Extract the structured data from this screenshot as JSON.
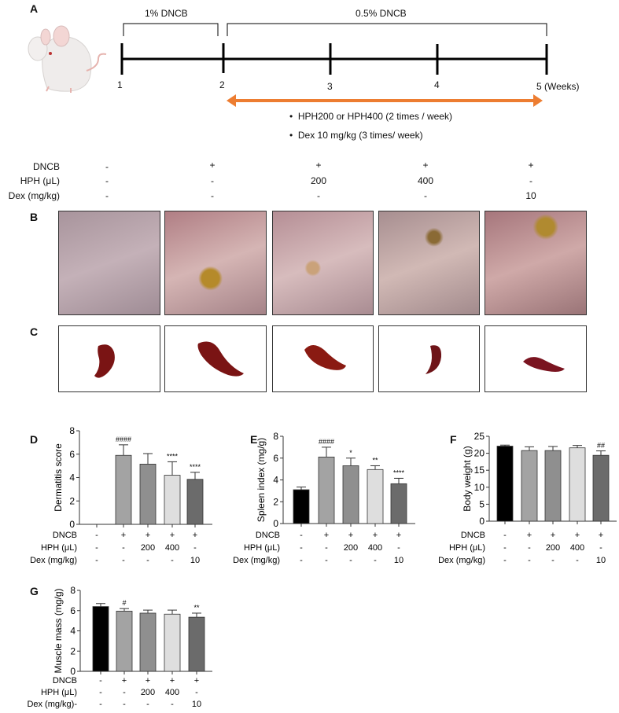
{
  "panel_labels": {
    "a": "A",
    "b": "B",
    "c": "C",
    "d": "D",
    "e": "E",
    "f": "F",
    "g": "G"
  },
  "timeline": {
    "phase1": "1% DNCB",
    "phase2": "0.5% DNCB",
    "weeks": [
      "1",
      "2",
      "3",
      "4",
      "5 (Weeks)"
    ],
    "arrow_color": "#ED7D31",
    "bullets": [
      "HPH200 or HPH400 (2 times / week)",
      "Dex 10 mg/kg (3 times/ week)"
    ]
  },
  "treatment_table": {
    "rows": [
      {
        "label": "DNCB",
        "values": [
          "-",
          "+",
          "+",
          "+",
          "+"
        ]
      },
      {
        "label": "HPH (μL)",
        "values": [
          "-",
          "-",
          "200",
          "400",
          "-"
        ]
      },
      {
        "label": "Dex (mg/kg)",
        "values": [
          "-",
          "-",
          "-",
          "-",
          "10"
        ]
      }
    ]
  },
  "bar_colors": [
    "#000000",
    "#a3a3a3",
    "#8f8f8f",
    "#dedede",
    "#6b6b6b"
  ],
  "chart_data": [
    {
      "panel": "D",
      "type": "bar",
      "ylabel": "Dermatitis score",
      "ylim": [
        0,
        8
      ],
      "yticks": [
        "0",
        "2",
        "4",
        "6",
        "8"
      ],
      "values": [
        0,
        5.9,
        5.15,
        4.2,
        3.85
      ],
      "errors": [
        0,
        0.9,
        0.9,
        1.15,
        0.6
      ],
      "annotations": [
        "",
        "####",
        "",
        "****",
        "****"
      ],
      "table": [
        {
          "label": "DNCB",
          "values": [
            "-",
            "+",
            "+",
            "+",
            "+"
          ]
        },
        {
          "label": "HPH (μL)",
          "values": [
            "-",
            "-",
            "200",
            "400",
            "-"
          ]
        },
        {
          "label": "Dex (mg/kg)",
          "values": [
            "-",
            "-",
            "-",
            "-",
            "10"
          ]
        }
      ]
    },
    {
      "panel": "E",
      "type": "bar",
      "ylabel": "Spleen index (mg/g)",
      "ylim": [
        0,
        8
      ],
      "yticks": [
        "0",
        "2",
        "4",
        "6",
        "8"
      ],
      "values": [
        3.1,
        6.1,
        5.3,
        4.95,
        3.65
      ],
      "errors": [
        0.25,
        0.9,
        0.7,
        0.35,
        0.5
      ],
      "annotations": [
        "",
        "####",
        "*",
        "**",
        "****"
      ],
      "table": [
        {
          "label": "DNCB",
          "values": [
            "-",
            "+",
            "+",
            "+",
            "+"
          ]
        },
        {
          "label": "HPH (μL)",
          "values": [
            "-",
            "-",
            "200",
            "400",
            "-"
          ]
        },
        {
          "label": "Dex (mg/kg)",
          "values": [
            "-",
            "-",
            "-",
            "-",
            "10"
          ]
        }
      ]
    },
    {
      "panel": "F",
      "type": "bar",
      "ylabel": "Body weight (g)",
      "ylim": [
        0,
        25
      ],
      "yticks": [
        "0",
        "5",
        "10",
        "15",
        "20",
        "25"
      ],
      "values": [
        22.1,
        20.8,
        20.8,
        21.6,
        19.4
      ],
      "errors": [
        0.3,
        1.1,
        1.2,
        0.7,
        1.3
      ],
      "annotations": [
        "",
        "",
        "",
        "",
        "##"
      ],
      "table": [
        {
          "label": "DNCB",
          "values": [
            "-",
            "+",
            "+",
            "+",
            "+"
          ]
        },
        {
          "label": "HPH (μL)",
          "values": [
            "-",
            "-",
            "200",
            "400",
            "-"
          ]
        },
        {
          "label": "Dex (mg/kg)",
          "values": [
            "-",
            "-",
            "-",
            "-",
            "10"
          ]
        }
      ]
    },
    {
      "panel": "G",
      "type": "bar",
      "ylabel": "Muscle mass (mg/g)",
      "ylim": [
        0,
        8
      ],
      "yticks": [
        "0",
        "2",
        "4",
        "6",
        "8"
      ],
      "values": [
        6.4,
        5.95,
        5.75,
        5.65,
        5.35
      ],
      "errors": [
        0.3,
        0.25,
        0.3,
        0.4,
        0.4
      ],
      "annotations": [
        "",
        "#",
        "",
        "",
        "**"
      ],
      "table": [
        {
          "label": "DNCB",
          "values": [
            "-",
            "+",
            "+",
            "+",
            "+"
          ]
        },
        {
          "label": "HPH (μL)",
          "values": [
            "-",
            "-",
            "200",
            "400",
            "-"
          ]
        },
        {
          "label": "Dex (mg/kg)-",
          "values": [
            "-",
            "-",
            "-",
            "-",
            "10"
          ]
        }
      ]
    }
  ]
}
